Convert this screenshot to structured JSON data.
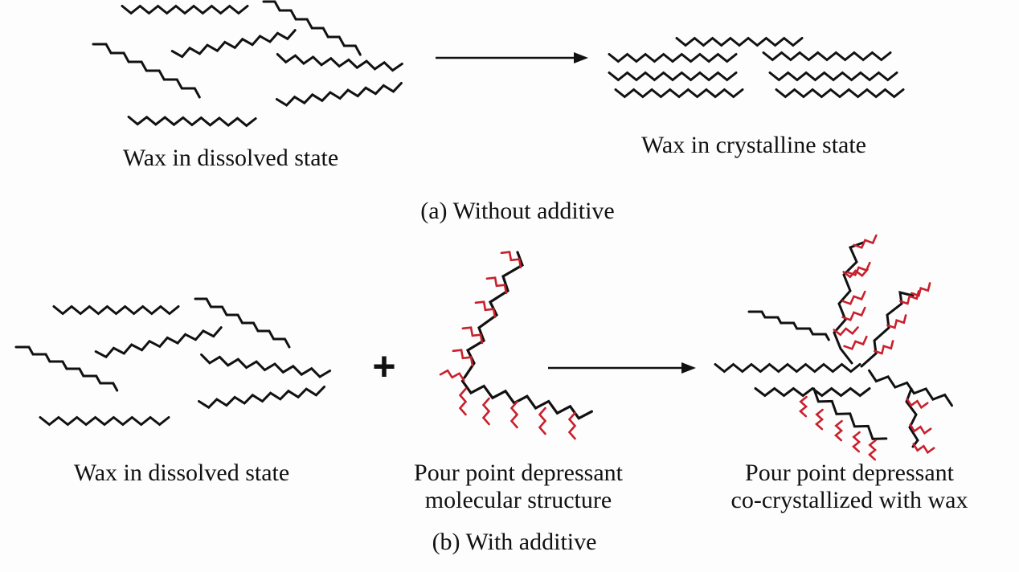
{
  "panel_a": {
    "left_caption": "Wax in dissolved state",
    "right_caption": "Wax in crystalline state",
    "title": "(a) Without additive"
  },
  "panel_b": {
    "left_caption": "Wax in dissolved state",
    "plus_symbol": "+",
    "middle_caption_line1": "Pour point depressant",
    "middle_caption_line2": "molecular structure",
    "right_caption_line1": "Pour point depressant",
    "right_caption_line2": "co-crystallized with wax",
    "title": "(b) With additive"
  },
  "colors": {
    "wax_chain": "#111111",
    "side_chain": "#c8202c",
    "arrow": "#111111"
  }
}
